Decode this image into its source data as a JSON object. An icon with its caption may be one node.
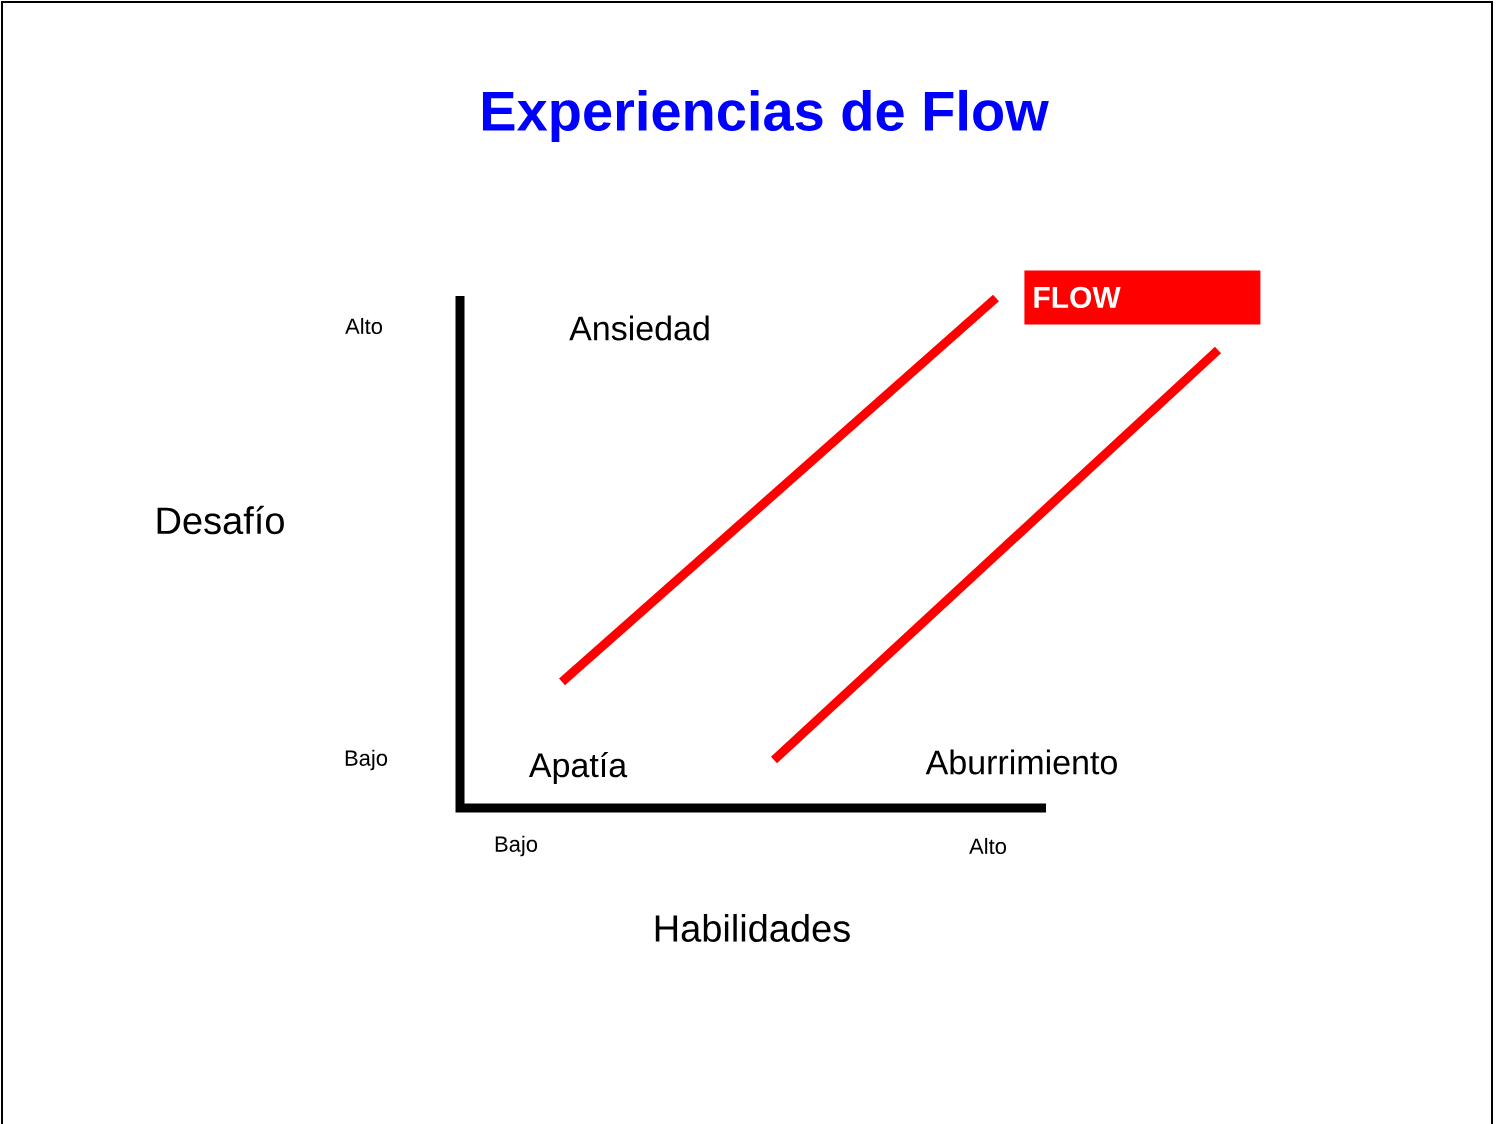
{
  "diagram": {
    "title": "Experiencias de Flow",
    "nodes": [
      {
        "text": [
          "FLOW"
        ]
      }
    ],
    "labels": [
      "Alto",
      "Ansiedad",
      "Desafío",
      "Bajo",
      "Apatía",
      "Aburrimiento",
      "Bajo",
      "Alto",
      "Habilidades"
    ]
  }
}
